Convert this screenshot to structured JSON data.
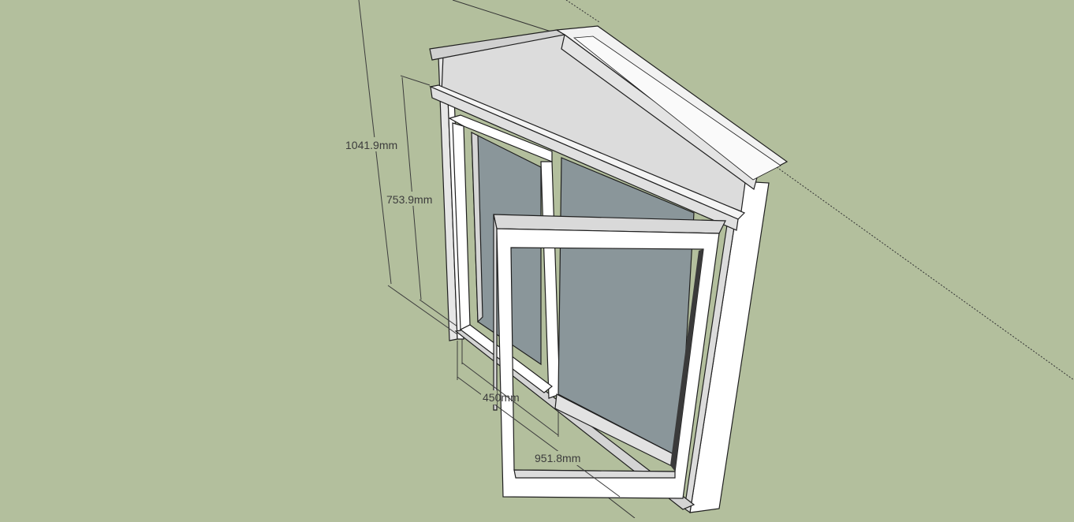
{
  "viewport": {
    "background": "#b3bf9d",
    "model": "window-frame"
  },
  "dimensions": {
    "height_overall": "1041.9mm",
    "height_inner": "753.9mm",
    "depth_inner": "450mm",
    "depth_overall": "951.8mm"
  },
  "colors": {
    "frame": "#ffffff",
    "frame_shade": "#d9d9d9",
    "glass": "#8a969a",
    "edge": "#1f1f1f",
    "dim_line": "#3c3c3c"
  }
}
